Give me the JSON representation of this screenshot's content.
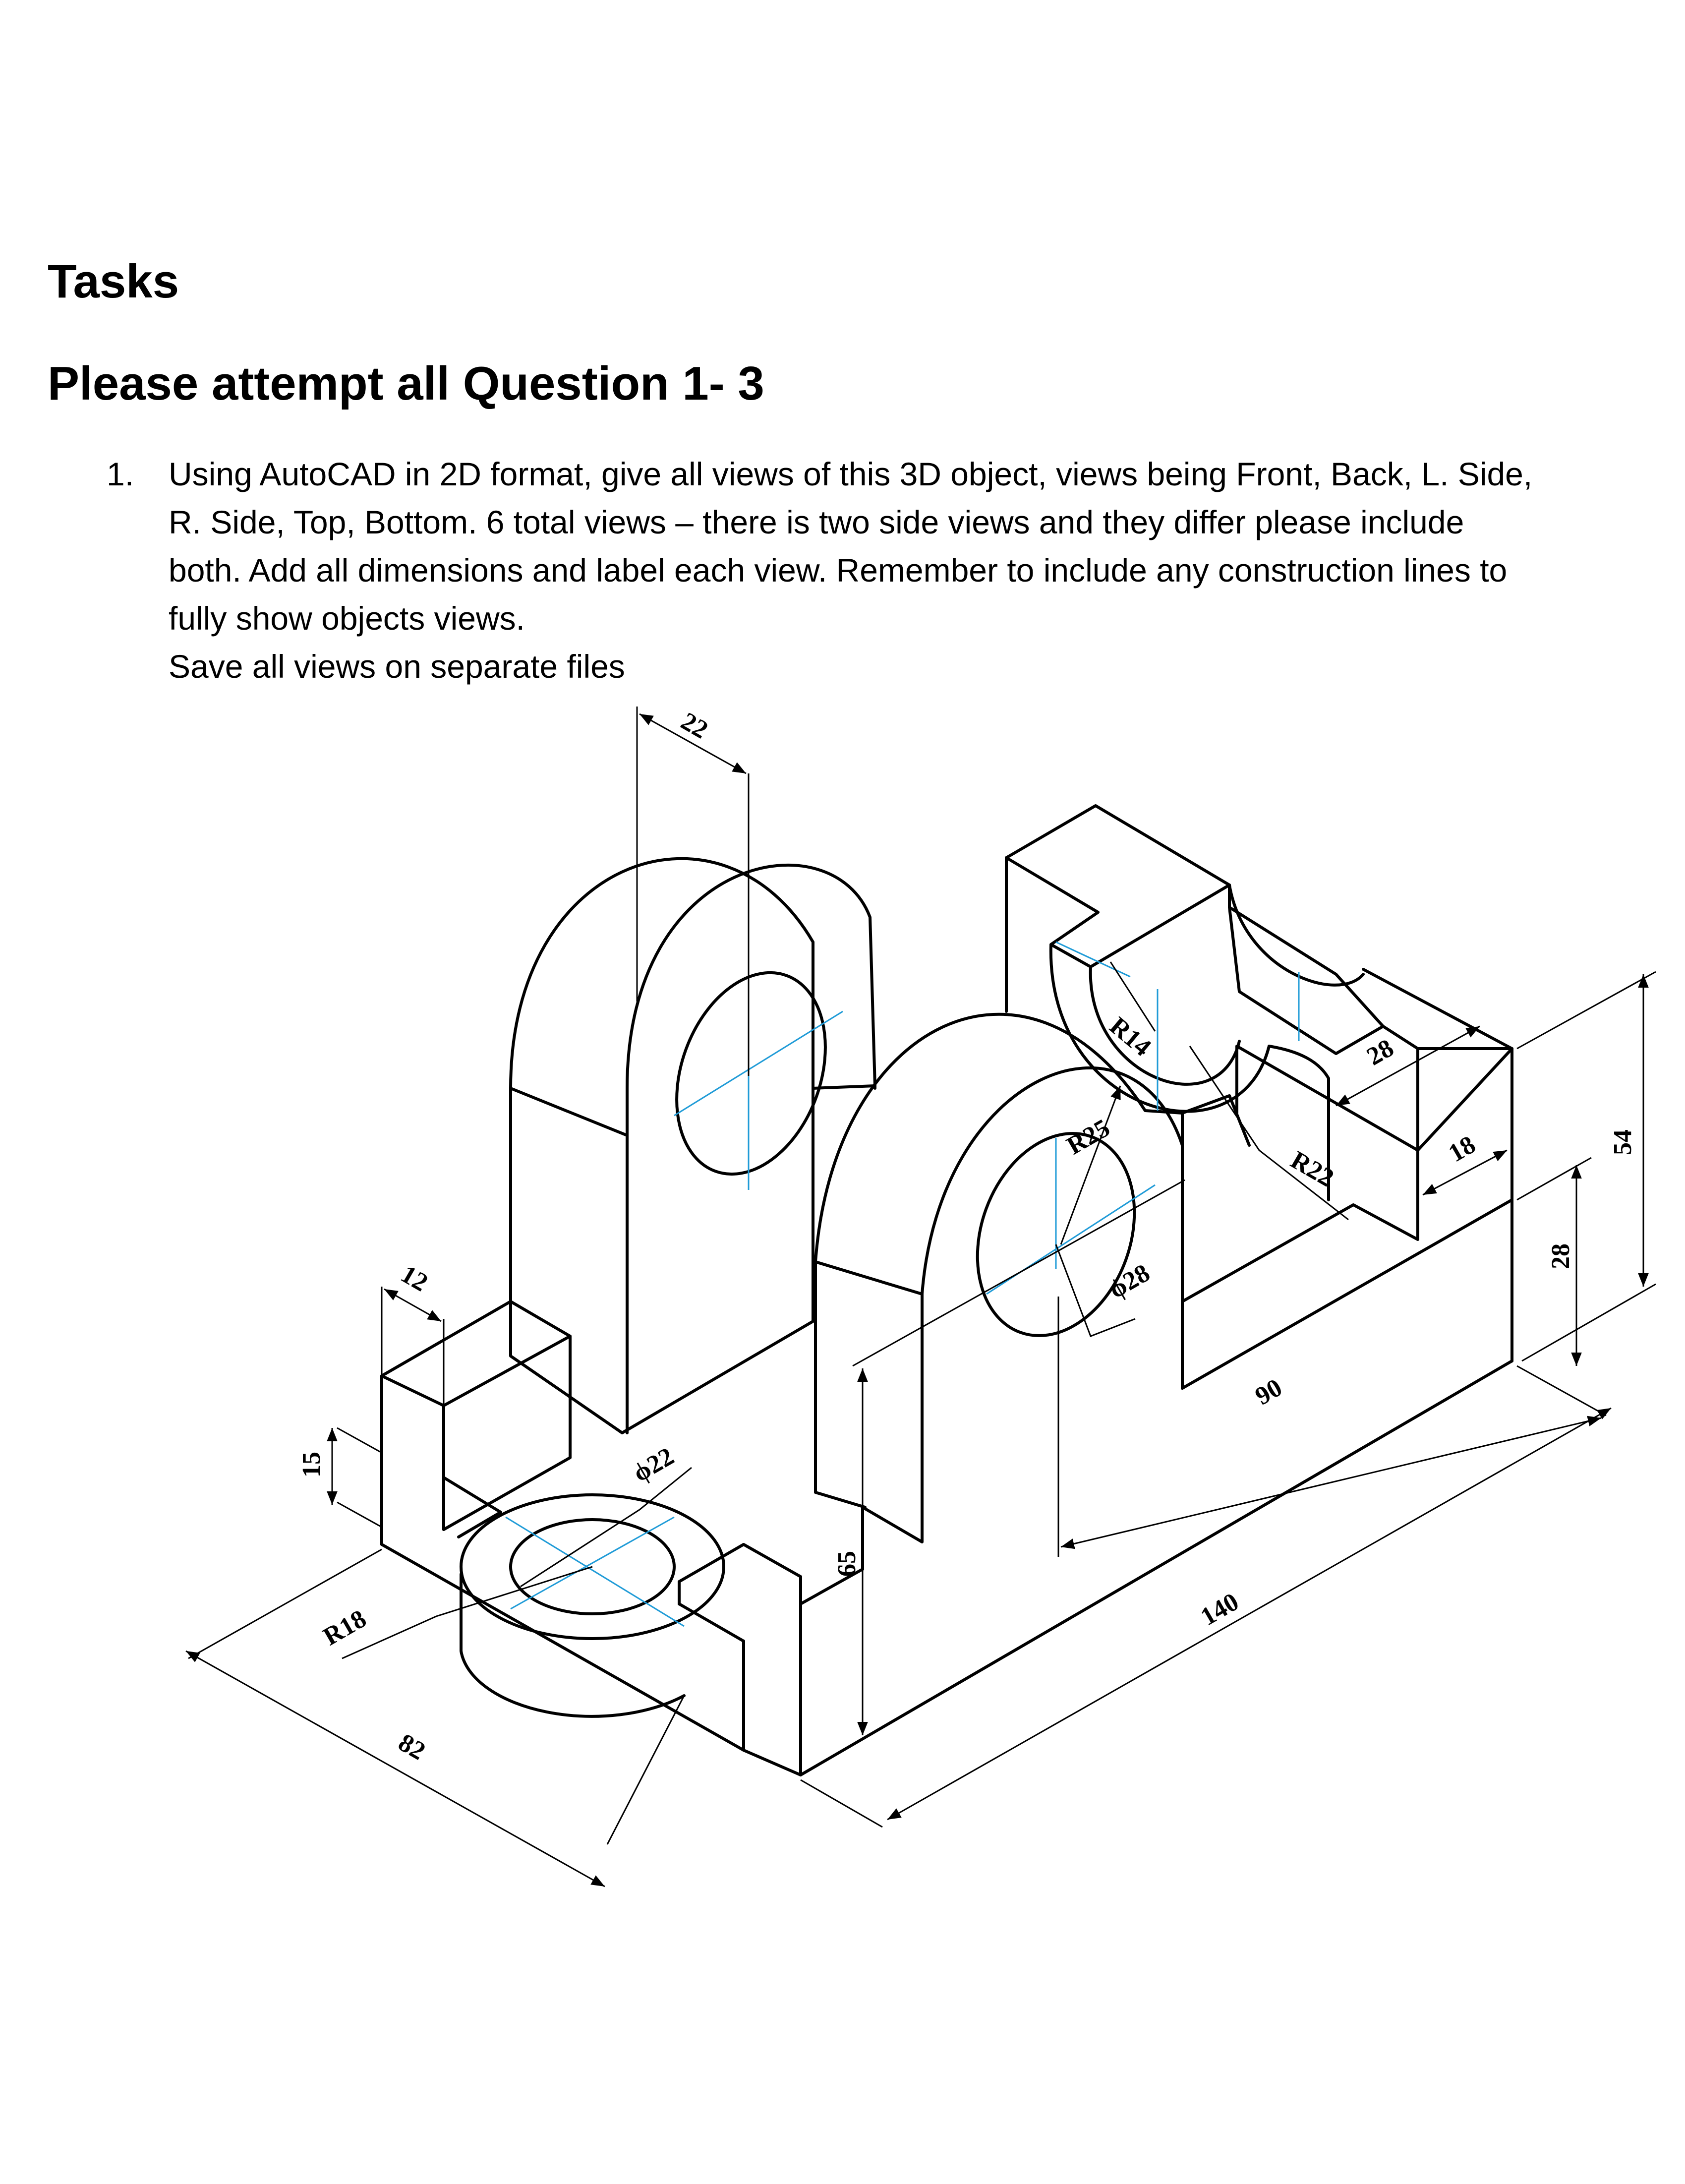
{
  "document": {
    "heading": "Tasks",
    "subheading": "Please attempt all Question 1- 3",
    "questions": [
      {
        "number": "1.",
        "lines": [
          "Using AutoCAD in 2D format, give all views of this 3D object, views being Front, Back, L. Side,",
          "R. Side, Top, Bottom. 6 total views – there is two side views and they differ please include",
          "both. Add all dimensions and label each view. Remember to include any construction lines to",
          "fully show objects views.",
          "Save all views on separate files"
        ]
      }
    ]
  },
  "drawing": {
    "line_color": "#000000",
    "centerline_color": "#1f9bd7",
    "dimensions": {
      "d22_top": "22",
      "r14": "R14",
      "r25": "R25",
      "d28": "28",
      "r22": "R22",
      "d28_right": "28",
      "d18": "18",
      "d54": "54",
      "d28_vertical": "28",
      "d12": "12",
      "d15": "15",
      "phi22": "ϕ22",
      "phi28": "ϕ28",
      "d90": "90",
      "d65": "65",
      "r18": "R18",
      "d140": "140",
      "d82": "82"
    }
  }
}
